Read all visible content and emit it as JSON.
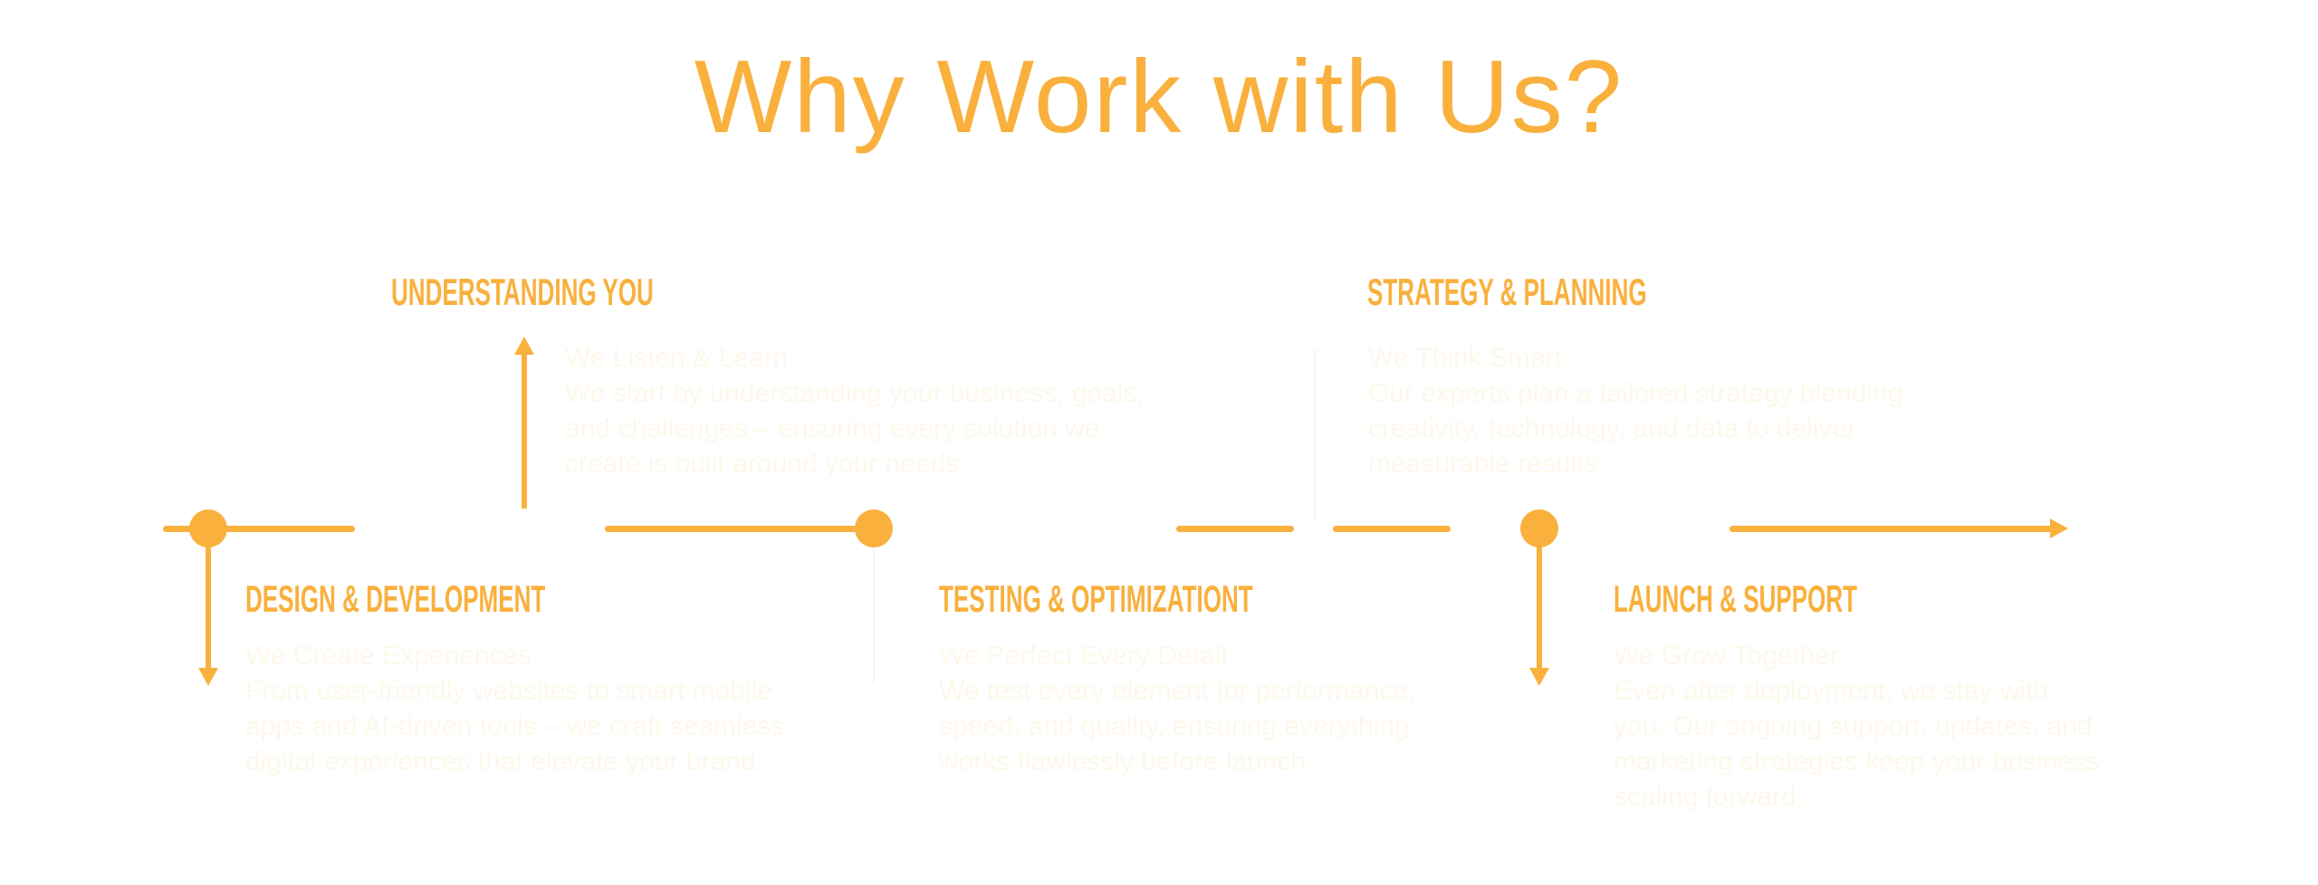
{
  "title": "Why Work with Us?",
  "accent_color": "#F9B03D",
  "steps": [
    {
      "heading": "UNDERSTANDING YOU",
      "subtitle": "We Listen & Learn",
      "text": "We start by understanding your business, goals, and challenges – ensuring every solution we create is built around your needs."
    },
    {
      "heading": "STRATEGY & PLANNING",
      "subtitle": "We Think Smart",
      "text": "Our experts plan a tailored strategy blending creativity, technology, and data to deliver measurable results."
    },
    {
      "heading": "DESIGN & DEVELOPMENT",
      "subtitle": "We Create Experiences",
      "text": "From user-friendly websites to smart mobile apps and AI-driven tools – we craft seamless digital experiences that elevate your brand."
    },
    {
      "heading": "TESTING & OPTIMIZATIONT",
      "subtitle": "We Perfect Every Detail",
      "text": "We test every element for performance, speed, and quality, ensuring everything works flawlessly before launch."
    },
    {
      "heading": "LAUNCH & SUPPORT",
      "subtitle": "We Grow Together",
      "text": "Even after deployment, we stay with you. Our ongoing support, updates, and marketing strategies keep your business scaling forward."
    }
  ]
}
